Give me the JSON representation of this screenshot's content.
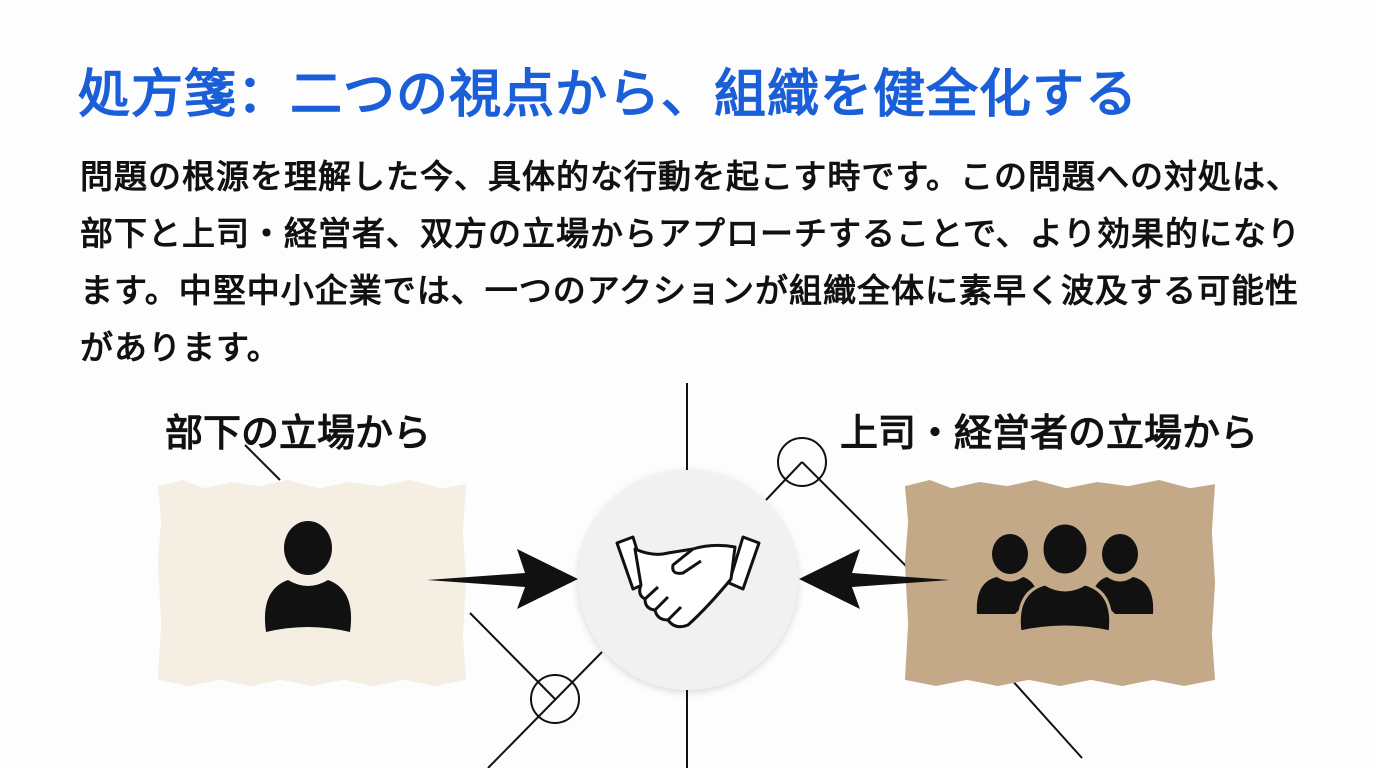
{
  "title": "処方箋：二つの視点から、組織を健全化する",
  "body": "問題の根源を理解した今、具体的な行動を起こす時です。この問題への対処は、部下と上司・経営者、双方の立場からアプローチすることで、より効果的になります。中堅中小企業では、一つのアクションが組織全体に素早く波及する可能性があります。",
  "left_label": "部下の立場から",
  "right_label": "上司・経営者の立場から",
  "icons": {
    "left": "person-icon",
    "center": "handshake-icon",
    "right": "group-icon"
  },
  "colors": {
    "title": "#1a5ed8",
    "left_card": "#f4efe2",
    "right_card": "#c3a988"
  }
}
